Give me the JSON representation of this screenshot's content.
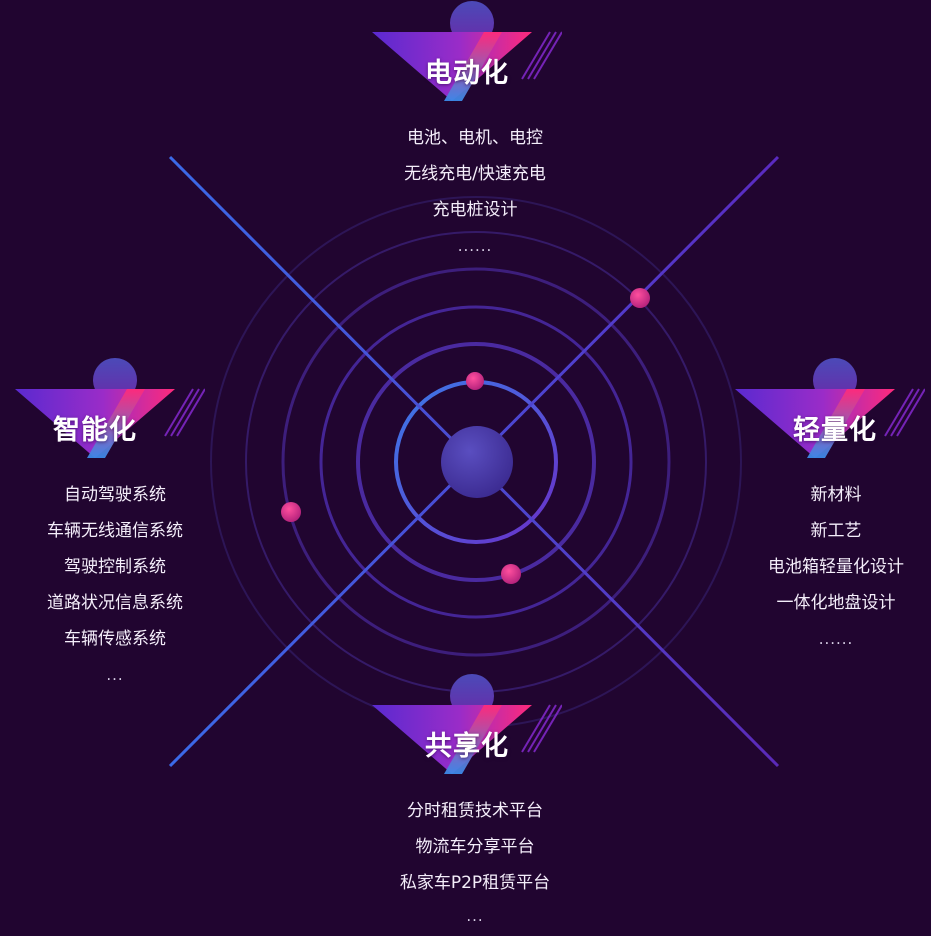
{
  "sections": {
    "top": {
      "title": "电动化",
      "items": [
        "电池、电机、电控",
        "无线充电/快速充电",
        "充电桩设计",
        "......"
      ]
    },
    "left": {
      "title": "智能化",
      "items": [
        "自动驾驶系统",
        "车辆无线通信系统",
        "驾驶控制系统",
        "道路状况信息系统",
        "车辆传感系统",
        "..."
      ]
    },
    "right": {
      "title": "轻量化",
      "items": [
        "新材料",
        "新工艺",
        "电池箱轻量化设计",
        "一体化地盘设计",
        "......"
      ]
    },
    "bottom": {
      "title": "共享化",
      "items": [
        "分时租赁技术平台",
        "物流车分享平台",
        "私家车P2P租赁平台",
        "..."
      ]
    }
  },
  "colors": {
    "background": "#210530",
    "ring": "#4a2aa0",
    "ring_bright": "#4c6cd8",
    "axis": "#3a5ae0",
    "accent_pink": "#ff2a8a",
    "accent_purple": "#8a2bd8",
    "hub": "#4a3aa8"
  }
}
